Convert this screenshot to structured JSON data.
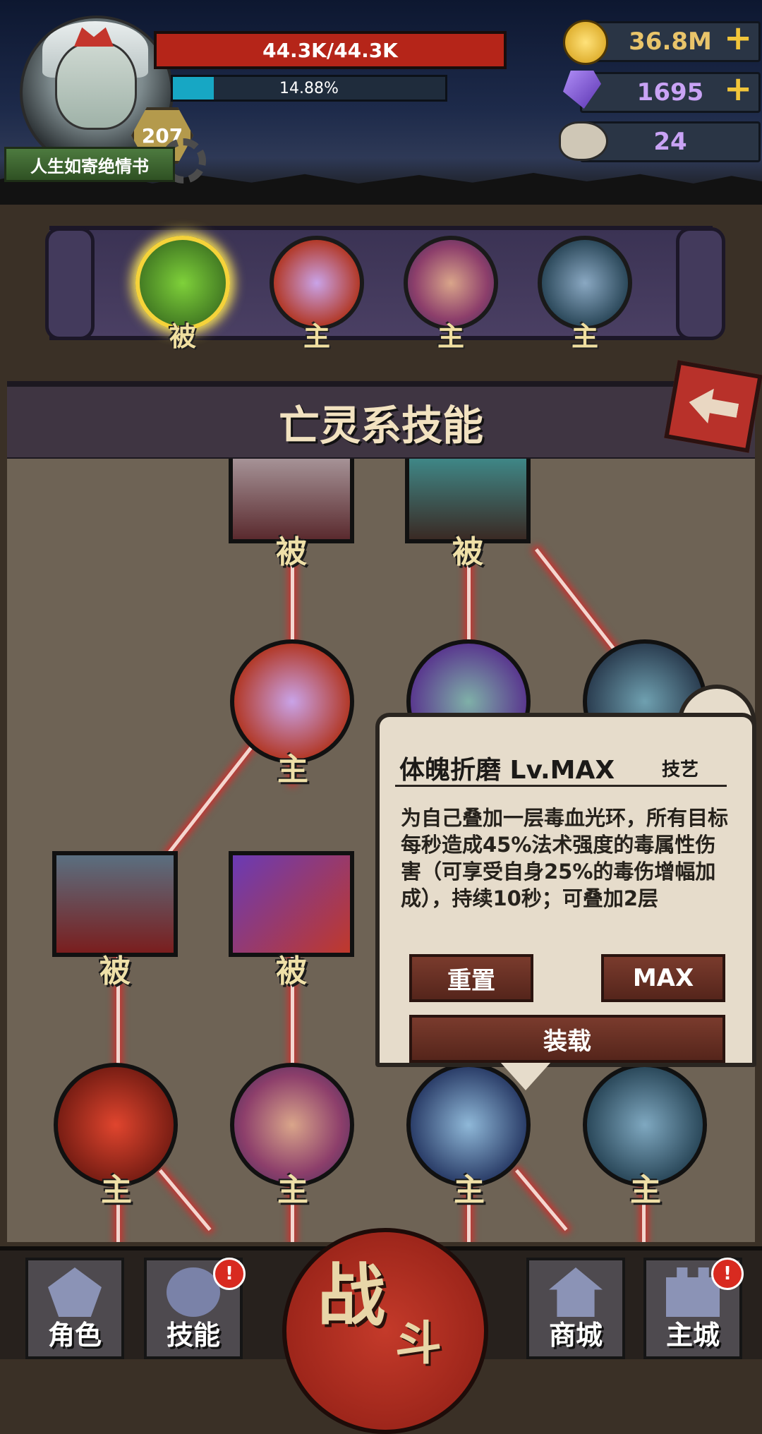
{
  "player": {
    "name": "人生如寄绝情书",
    "level": "207",
    "hp_text": "44.3K/44.3K",
    "exp_text": "14.88%",
    "exp_percent": 14.88
  },
  "currencies": [
    {
      "icon": "gold-coin-icon",
      "value": "36.8M",
      "has_plus": true,
      "color": "#e9c46a"
    },
    {
      "icon": "purple-gem-icon",
      "value": "1695",
      "has_plus": true,
      "color": "#c9a3f5"
    },
    {
      "icon": "ram-skull-icon",
      "value": "24",
      "has_plus": false,
      "color": "#c9a3f5"
    }
  ],
  "plus_symbol": "+",
  "equipped_slots": [
    {
      "icon": "green-claw-skill-icon",
      "tag": "被",
      "selected": true
    },
    {
      "icon": "flaming-skulls-skill-icon",
      "tag": "主",
      "selected": false
    },
    {
      "icon": "screaming-head-skill-icon",
      "tag": "主",
      "selected": false
    },
    {
      "icon": "hooded-ghoul-skill-icon",
      "tag": "主",
      "selected": false
    }
  ],
  "section_title": "亡灵系技能",
  "tree_nodes": [
    {
      "icon": "spear-pierce-skill-icon",
      "tag": "被",
      "shape": "square"
    },
    {
      "icon": "bound-figure-skill-icon",
      "tag": "被",
      "shape": "square"
    },
    {
      "icon": "flaming-skulls-skill-icon",
      "tag": "主",
      "shape": "circle"
    },
    {
      "icon": "skeleton-skill-icon",
      "tag": "",
      "shape": "circle"
    },
    {
      "icon": "wraith-skill-icon",
      "tag": "",
      "shape": "circle"
    },
    {
      "icon": "bleeding-cloak-skill-icon",
      "tag": "被",
      "shape": "square"
    },
    {
      "icon": "stabbed-heart-skill-icon",
      "tag": "被",
      "shape": "square"
    },
    {
      "icon": "blood-drop-skill-icon",
      "tag": "主",
      "shape": "circle"
    },
    {
      "icon": "screaming-head-skill-icon",
      "tag": "主",
      "shape": "circle"
    },
    {
      "icon": "shadow-shard-skill-icon",
      "tag": "主",
      "shape": "circle"
    },
    {
      "icon": "bone-blade-skill-icon",
      "tag": "主",
      "shape": "circle"
    }
  ],
  "tooltip": {
    "name": "体魄折磨 Lv.MAX",
    "type": "技艺",
    "description": "为自己叠加一层毒血光环，所有目标每秒造成45%法术强度的毒属性伤害（可享受自身25%的毒伤增幅加成），持续10秒；可叠加2层",
    "reset_label": "重置",
    "max_label": "MAX",
    "equip_label": "装载"
  },
  "nav": {
    "character": "角色",
    "skills": "技能",
    "battle_big": "战",
    "battle_small": "斗",
    "shop": "商城",
    "main_city": "主城",
    "alert": "!"
  }
}
